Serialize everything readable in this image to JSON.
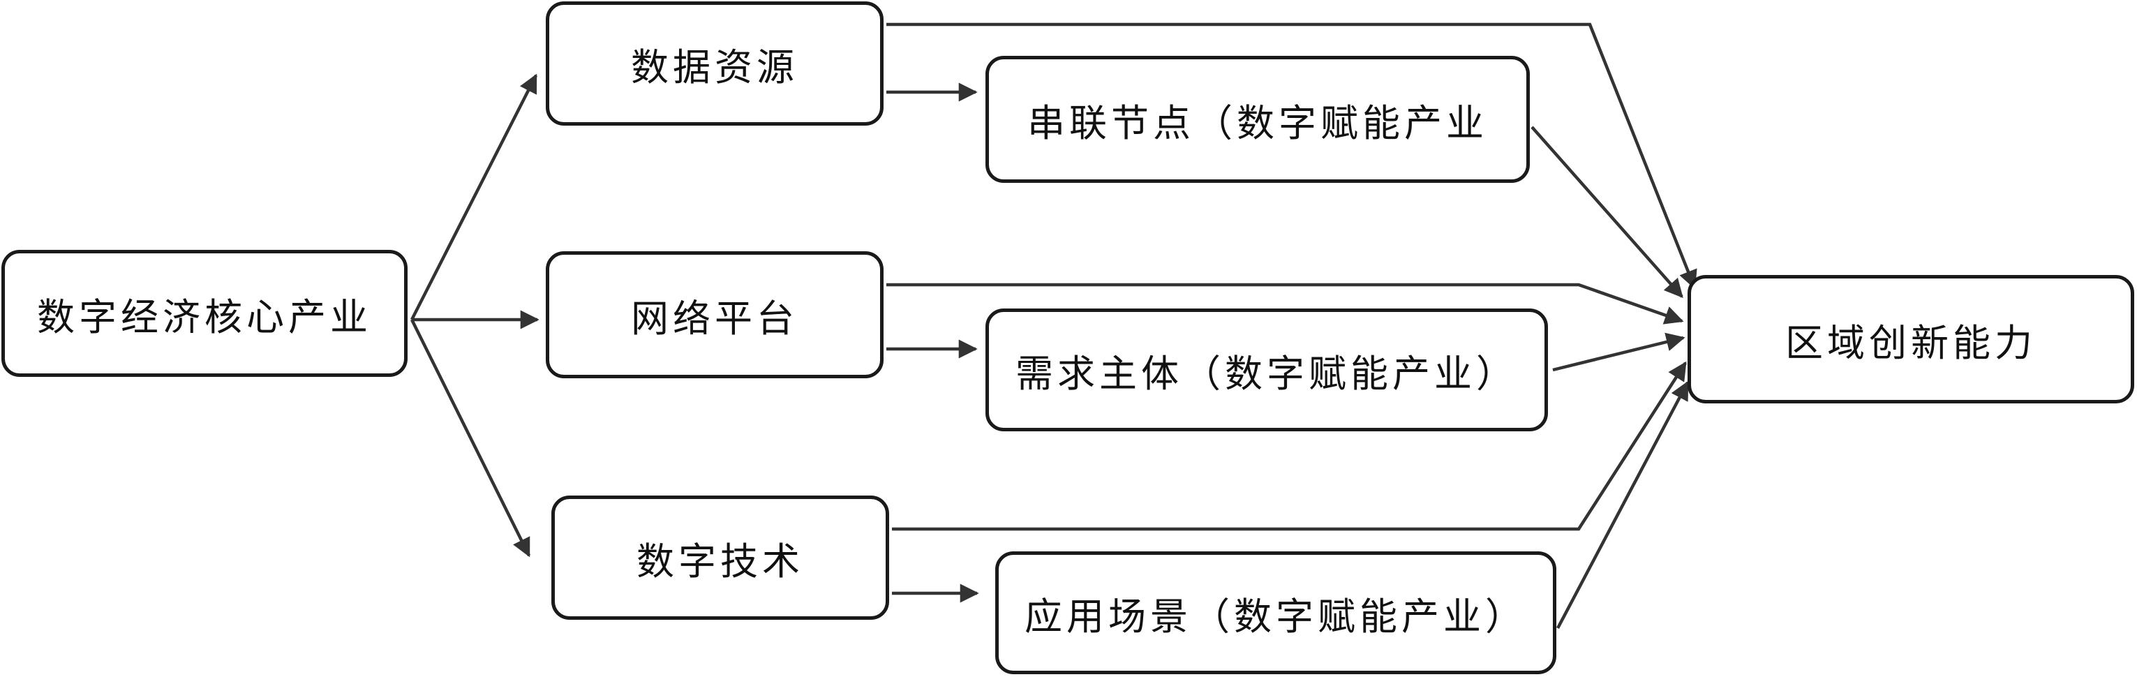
{
  "diagram": {
    "nodes": [
      {
        "id": "core",
        "label": "数字经济核心产业"
      },
      {
        "id": "data",
        "label": "数据资源"
      },
      {
        "id": "network",
        "label": "网络平台"
      },
      {
        "id": "tech",
        "label": "数字技术"
      },
      {
        "id": "serial",
        "label": "串联节点（数字赋能产业"
      },
      {
        "id": "demand",
        "label": "需求主体（数字赋能产业）"
      },
      {
        "id": "scene",
        "label": "应用场景（数字赋能产业）"
      },
      {
        "id": "innovation",
        "label": "区域创新能力"
      }
    ],
    "edges": [
      {
        "from": "core",
        "to": "data"
      },
      {
        "from": "core",
        "to": "network"
      },
      {
        "from": "core",
        "to": "tech"
      },
      {
        "from": "data",
        "to": "serial"
      },
      {
        "from": "network",
        "to": "demand"
      },
      {
        "from": "tech",
        "to": "scene"
      },
      {
        "from": "data",
        "to": "innovation"
      },
      {
        "from": "serial",
        "to": "innovation"
      },
      {
        "from": "network",
        "to": "innovation"
      },
      {
        "from": "demand",
        "to": "innovation"
      },
      {
        "from": "tech",
        "to": "innovation"
      },
      {
        "from": "scene",
        "to": "innovation"
      }
    ],
    "colors": {
      "stroke": "#1a1a1a",
      "arrow": "#333333",
      "text": "#111111",
      "background": "#ffffff"
    }
  }
}
